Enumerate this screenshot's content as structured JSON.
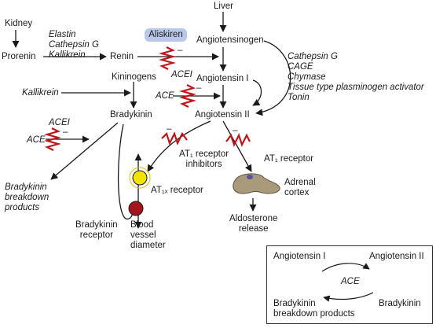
{
  "nodes": {
    "kidney": "Kidney",
    "liver": "Liver",
    "prorenin": "Prorenin",
    "renin": "Renin",
    "angiotensinogen": "Angiotensinogen",
    "angiotensin_i": "Angiotensin I",
    "angiotensin_ii": "Angiotensin II",
    "kininogens": "Kininogens",
    "bradykinin": "Bradykinin",
    "bradykinin_breakdown": "Bradykinin\nbreakdown\nproducts",
    "at1_receptor_inhibitors": "AT₁ receptor\ninhibitors",
    "at1_receptor": "AT₁ receptor",
    "adrenal_cortex": "Adrenal\ncortex",
    "aldosterone_release": "Aldosterone\nrelease",
    "at1x_receptor": "AT₁ₓ receptor",
    "bradykinin_receptor": "Bradykinin\nreceptor",
    "blood_vessel_diameter": "Blood\nvessel\ndiameter"
  },
  "enzymes": {
    "prorenin_converters": "Elastin\nCathepsin G\nKallikrein",
    "aliskiren": "Aliskiren",
    "acei_1": "ACEI",
    "ace_1": "ACE",
    "kallikrein": "Kallikrein",
    "alternative_pathway": "Cathepsin G\nCAGE\nChymase\nTissue type plasminogen activator\nTonin",
    "acei_2": "ACEI",
    "ace_2": "ACE"
  },
  "inhibition_sign": "–",
  "legend": {
    "angiotensin_i": "Angiotensin I",
    "angiotensin_ii": "Angiotensin II",
    "ace": "ACE",
    "bradykinin_breakdown": "Bradykinin\nbreakdown products",
    "bradykinin": "Bradykinin"
  },
  "colors": {
    "inhibitor_zigzag": "#c0141b",
    "aliskiren_highlight": "#b9c8e8",
    "at1x_receptor": "#f2e300",
    "bradykinin_receptor": "#a3141c",
    "adrenal_cortex": "#a89a7a",
    "at1_receptor_dot": "#5b4fa0"
  }
}
